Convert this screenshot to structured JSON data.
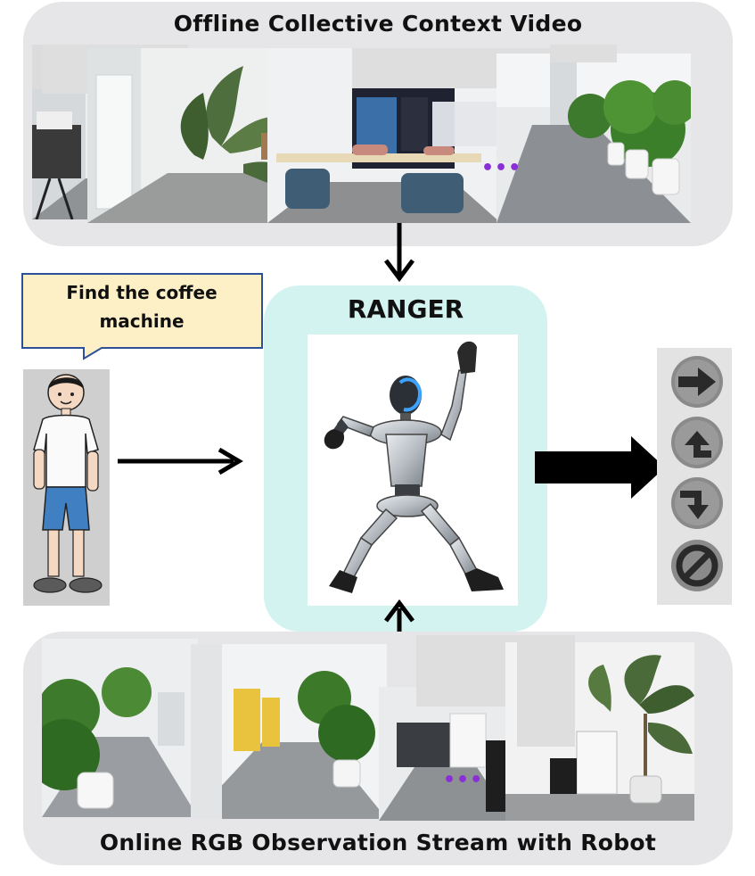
{
  "top_panel": {
    "title": "Offline Collective Context Video",
    "dots": "•••"
  },
  "model": {
    "name": "RANGER"
  },
  "instruction": {
    "text_line1": "Find the coffee",
    "text_line2": "machine"
  },
  "bottom_panel": {
    "title": "Online RGB Observation Stream with Robot",
    "dots": "•••"
  },
  "actions": [
    "forward-arrow-icon",
    "turn-left-icon",
    "turn-right-icon",
    "stop-icon"
  ],
  "colors": {
    "ranger_bg": "#d3f3f1",
    "bubble_bg": "#fdf0c6",
    "bubble_border": "#2f4f9a",
    "dots": "#8a2fd6",
    "panel_bg": "#e6e6e8"
  }
}
